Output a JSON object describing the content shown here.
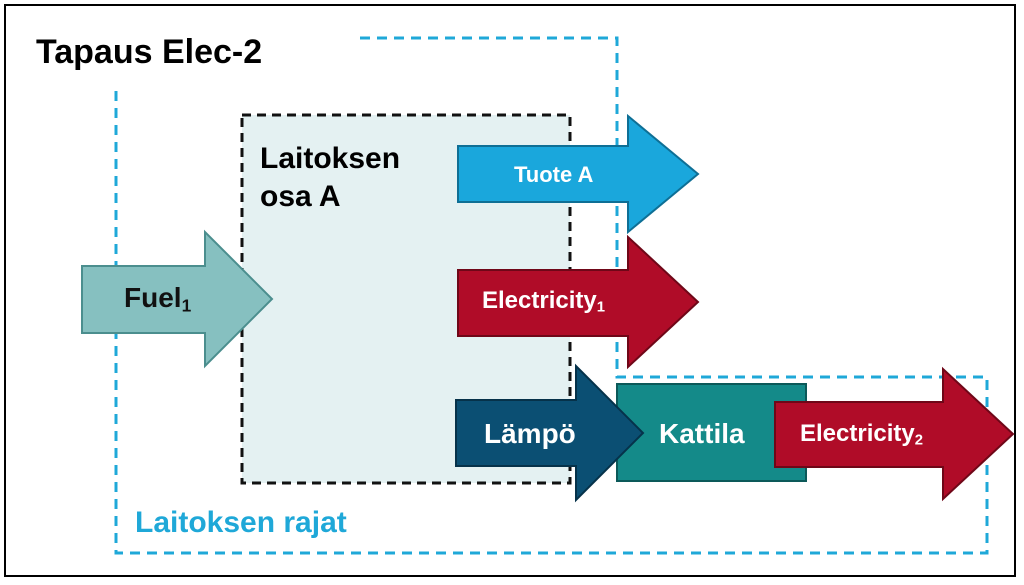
{
  "title": "Tapaus Elec-2",
  "plant_part": "Laitoksen osa A",
  "plant_boundary": "Laitoksen rajat",
  "inputs": {
    "fuel": {
      "label": "Fuel",
      "sub": "1"
    }
  },
  "outputs": {
    "product": {
      "label": "Tuote A"
    },
    "electricity1": {
      "label": "Electricity",
      "sub": "1"
    },
    "heat": {
      "label": "Lämpö"
    },
    "electricity2": {
      "label": "Electricity",
      "sub": "2"
    }
  },
  "boiler": {
    "label": "Kattila"
  },
  "colors": {
    "fuel": "#86c0c0",
    "product": "#1aa7dc",
    "electricity": "#b00c28",
    "heat": "#0b4f73",
    "boiler": "#148a89",
    "boundary": "#1fa8d8",
    "part_fill": "#e4f1f2"
  }
}
